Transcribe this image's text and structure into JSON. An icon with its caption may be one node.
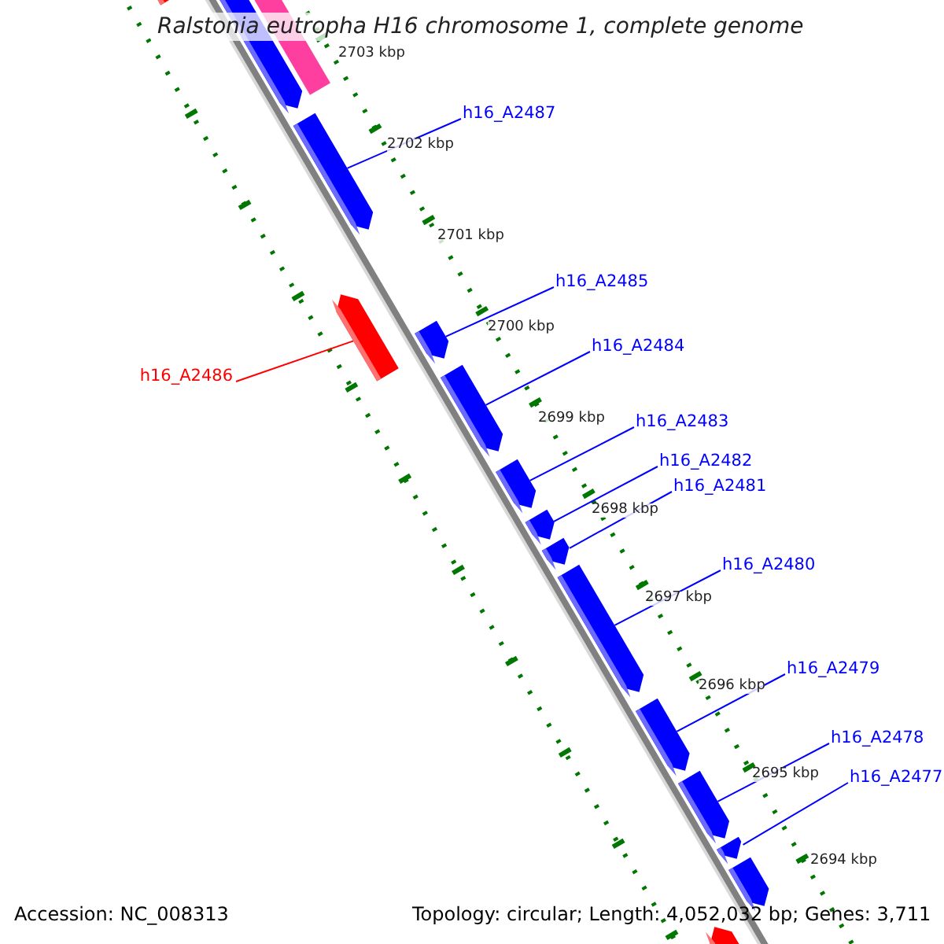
{
  "diagram": {
    "title": "Ralstonia eutropha H16 chromosome 1, complete genome",
    "nodes": [
      {
        "text": [
          "h16_A2487"
        ]
      },
      {
        "text": [
          "h16_A2485"
        ]
      },
      {
        "text": [
          "h16_A2484"
        ]
      },
      {
        "text": [
          "h16_A2486"
        ]
      },
      {
        "text": [
          "h16_A2483"
        ]
      },
      {
        "text": [
          "h16_A2482"
        ]
      },
      {
        "text": [
          "h16_A2481"
        ]
      },
      {
        "text": [
          "h16_A2480"
        ]
      },
      {
        "text": [
          "h16_A2479"
        ]
      },
      {
        "text": [
          "h16_A2478"
        ]
      },
      {
        "text": [
          "h16_A2477"
        ]
      },
      {
        "text": [],
        "shape": "arrow"
      },
      {
        "text": [],
        "shape": "arrow"
      },
      {
        "text": [],
        "shape": "arrow"
      },
      {
        "text": [],
        "shape": "arrow"
      },
      {
        "text": [],
        "shape": "arrow"
      },
      {
        "text": [],
        "shape": "arrow"
      },
      {
        "text": [],
        "shape": "arrow"
      },
      {
        "text": [],
        "shape": "arrow"
      },
      {
        "text": [],
        "shape": "arrow"
      },
      {
        "text": [],
        "shape": "arrow"
      },
      {
        "text": [],
        "shape": "arrow"
      },
      {
        "text": [],
        "shape": "arrow"
      },
      {
        "text": [],
        "shape": "arrow"
      },
      {
        "text": [],
        "shape": "bar"
      },
      {
        "text": [],
        "shape": "arrow"
      },
      {
        "text": [],
        "shape": "arrow"
      }
    ],
    "edges": [
      {
        "from": 0,
        "to": 11,
        "arrow": "none"
      },
      {
        "from": 1,
        "to": 12,
        "arrow": "none"
      },
      {
        "from": 2,
        "to": 13,
        "arrow": "none"
      },
      {
        "from": 3,
        "to": 14,
        "arrow": "none",
        "color": "#ff0000"
      },
      {
        "from": 4,
        "to": 15,
        "arrow": "none"
      },
      {
        "from": 5,
        "to": 16,
        "arrow": "none"
      },
      {
        "from": 6,
        "to": 17,
        "arrow": "none"
      },
      {
        "from": 7,
        "to": 18,
        "arrow": "none"
      },
      {
        "from": 8,
        "to": 19,
        "arrow": "none"
      },
      {
        "from": 9,
        "to": 20,
        "arrow": "none"
      },
      {
        "from": 10,
        "to": 21,
        "arrow": "none"
      }
    ],
    "labels": [
      "2703 kbp",
      "2702 kbp",
      "2701 kbp",
      "2700 kbp",
      "2699 kbp",
      "2698 kbp",
      "2697 kbp",
      "2696 kbp",
      "2695 kbp",
      "2694 kbp",
      "Accession: NC_008313",
      "Topology: circular; Length: 4,052,032 bp; Genes: 3,711"
    ]
  }
}
